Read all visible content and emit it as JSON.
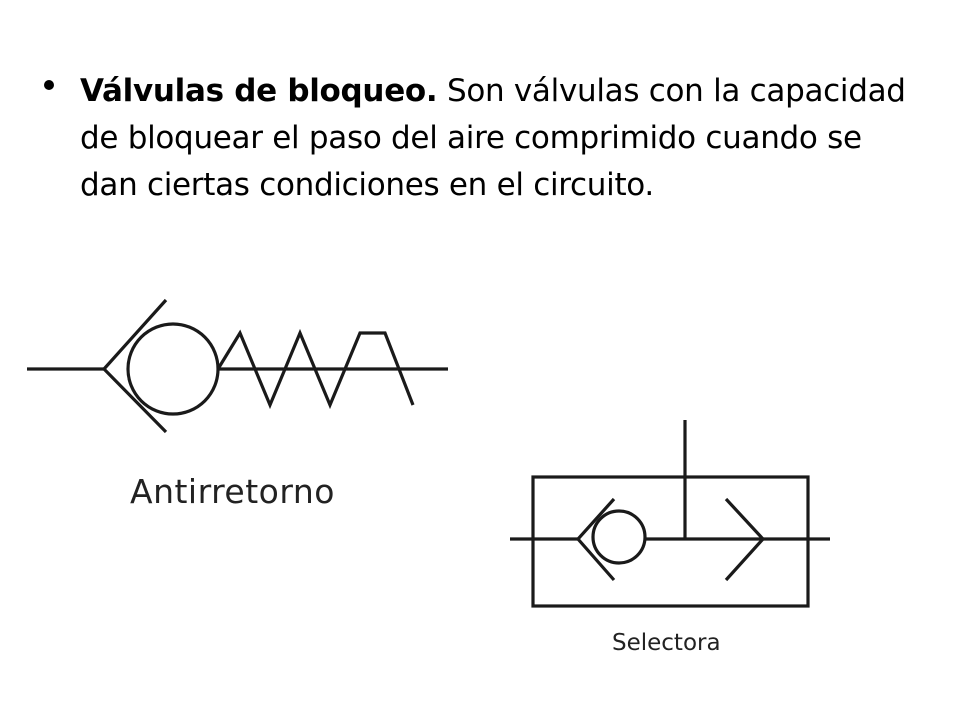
{
  "bullet": {
    "heading": "Válvulas de bloqueo.",
    "body": " Son válvulas con la capacidad de bloquear el paso del aire comprimido cuando se dan ciertas condiciones en el circuito."
  },
  "diagrams": {
    "check_valve": {
      "label": "Antirretorno"
    },
    "shuttle_valve": {
      "label": "Selectora"
    }
  },
  "colors": {
    "line": "#1a1a1a",
    "text": "#000000",
    "background": "#ffffff"
  }
}
